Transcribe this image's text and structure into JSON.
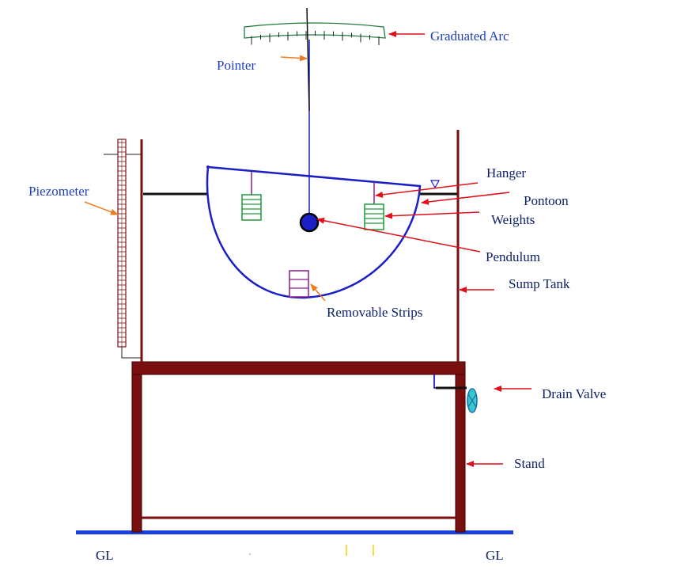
{
  "labels": {
    "graduated_arc": "Graduated Arc",
    "pointer": "Pointer",
    "hanger": "Hanger",
    "pontoon": "Pontoon",
    "weights": "Weights",
    "piezometer": "Piezometer",
    "pendulum": "Pendulum",
    "sump_tank": "Sump Tank",
    "removable_strips": "Removable Strips",
    "drain_valve": "Drain Valve",
    "stand": "Stand",
    "gl_left": "GL",
    "gl_right": "GL"
  },
  "colors": {
    "label_text": "#1f3fbf",
    "arrow_red": "#e0101a",
    "arrow_orange": "#f07a1e",
    "structure_maroon": "#7a0f10",
    "pontoon_blue": "#1a1fc8",
    "weights_green": "#1f9a3a",
    "strips_purple": "#8a1a8a",
    "arc_green": "#1f7a3a",
    "ground_blue": "#1a3fe0",
    "valve_teal": "#38c8c8"
  }
}
